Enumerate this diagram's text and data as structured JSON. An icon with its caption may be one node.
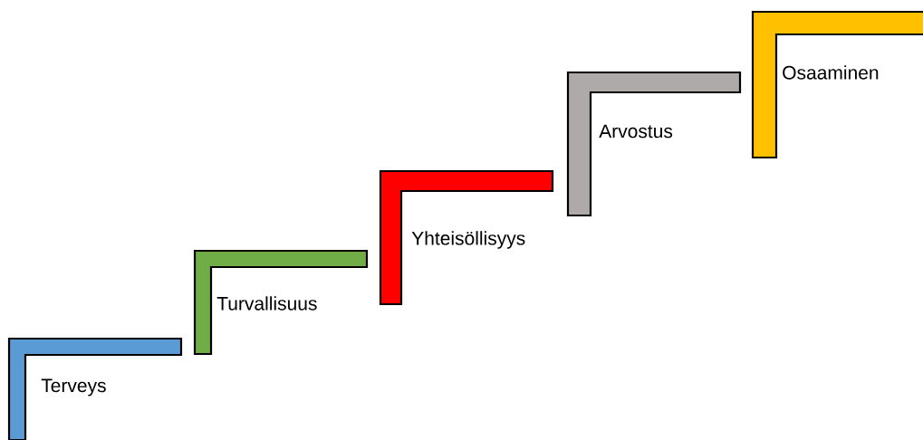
{
  "diagram": {
    "nodes": [
      {
        "text": [
          "Terveys"
        ]
      },
      {
        "text": [
          "Turvallisuus"
        ]
      },
      {
        "text": [
          "Yhteisöllisyys"
        ]
      },
      {
        "text": [
          "Arvostus"
        ]
      },
      {
        "text": [
          "Osaaminen"
        ]
      }
    ]
  }
}
